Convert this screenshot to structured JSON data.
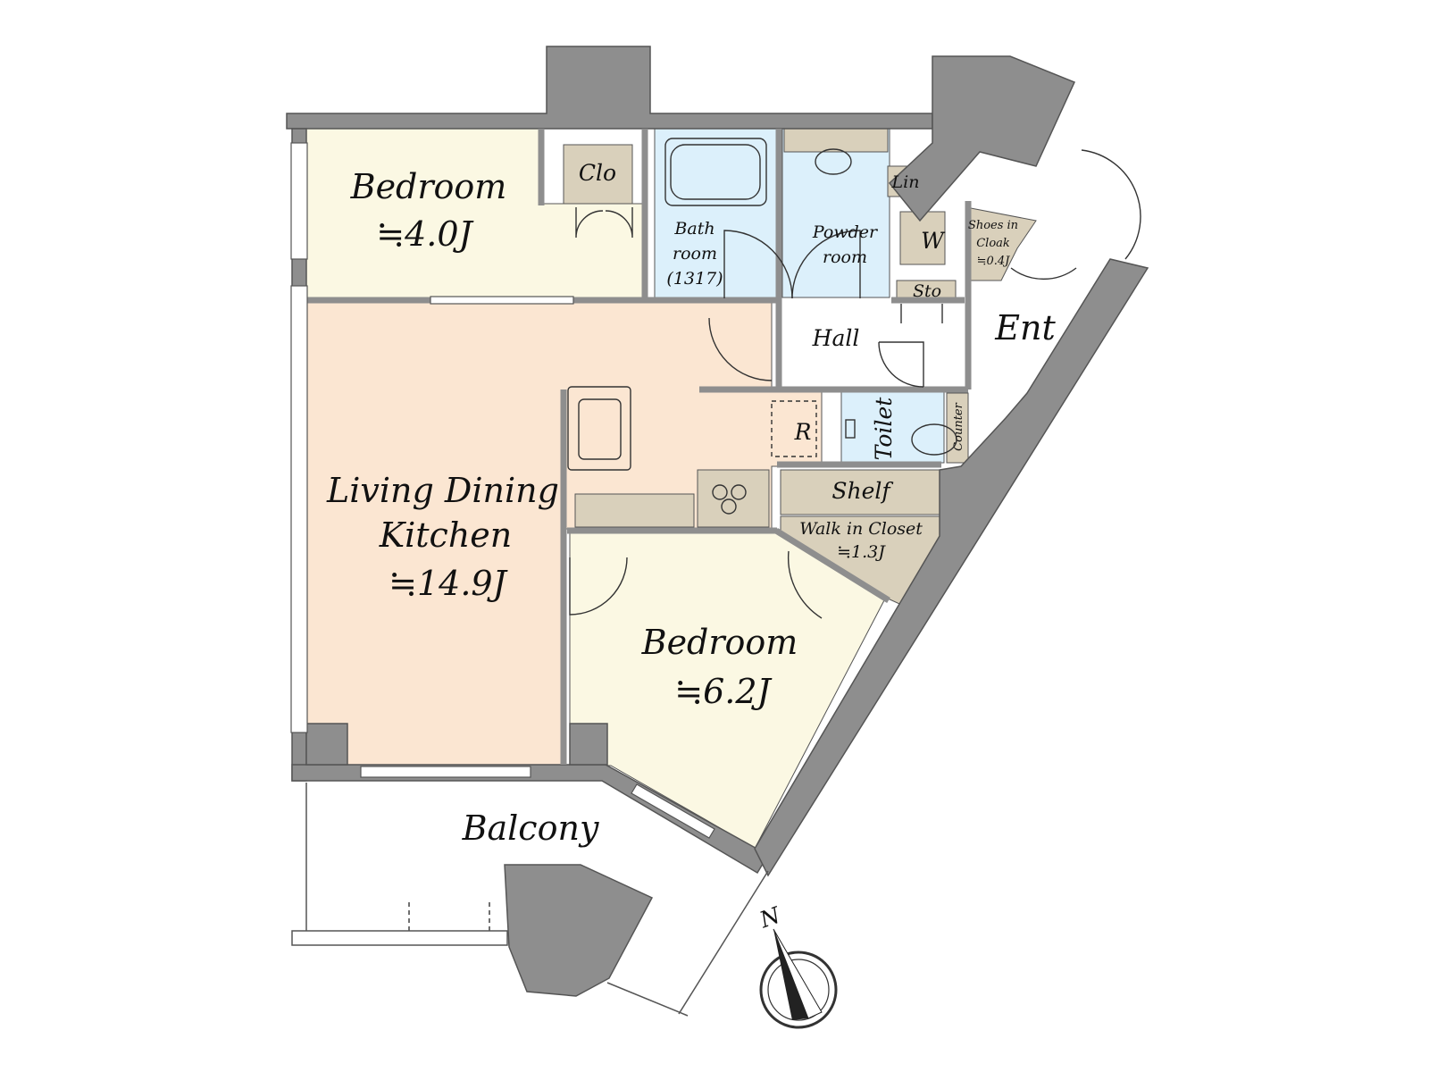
{
  "colors": {
    "bedroom": "#fbf8e3",
    "living_dining_kitchen": "#fbe6d2",
    "storage": "#d9d0bb",
    "wet_area": "#dcf0fb",
    "wall": "#8e8e8e",
    "floor_plain": "#ffffff"
  },
  "rooms": {
    "bedroom_a": {
      "name": "Bedroom",
      "area": "≒4.0J"
    },
    "clo": {
      "name": "Clo"
    },
    "bathroom": {
      "line1": "Bath",
      "line2": "room",
      "line3": "(1317)"
    },
    "lin": {
      "name": "Lin"
    },
    "powder_room": {
      "line1": "Powder",
      "line2": "room"
    },
    "w": {
      "name": "W"
    },
    "shoes_in_cloak": {
      "line1": "Shoes in",
      "line2": "Cloak",
      "area": "≒0.4J"
    },
    "sto": {
      "name": "Sto"
    },
    "hall": {
      "name": "Hall"
    },
    "ent": {
      "name": "Ent"
    },
    "refrigerator": {
      "name": "R"
    },
    "toilet": {
      "name": "Toilet"
    },
    "counter": {
      "name": "Counter"
    },
    "shelf": {
      "name": "Shelf"
    },
    "walk_in_closet": {
      "name": "Walk in Closet",
      "area": "≒1.3J"
    },
    "ldk": {
      "line1": "Living Dining",
      "line2": "Kitchen",
      "area": "≒14.9J"
    },
    "bedroom_b": {
      "name": "Bedroom",
      "area": "≒6.2J"
    },
    "balcony": {
      "name": "Balcony"
    }
  },
  "compass": {
    "label": "N",
    "icon": "north-arrow-icon"
  }
}
